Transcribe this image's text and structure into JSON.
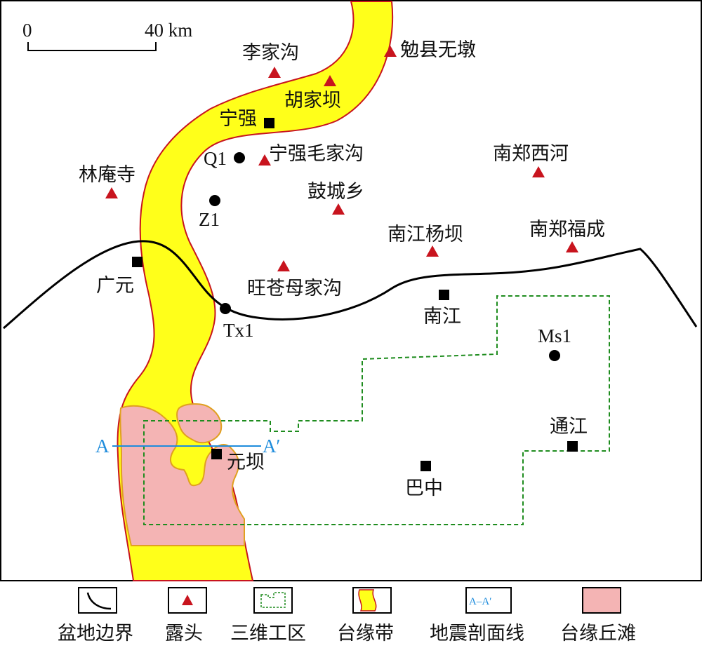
{
  "colors": {
    "platform_margin_fill": "#ffff1a",
    "platform_margin_edge": "#c8141e",
    "shoal_fill": "#f4b4b4",
    "shoal_edge": "#e0a020",
    "outcrop": "#c8141e",
    "survey_outline": "#1e8c1e",
    "seismic_line": "#1e8cdc",
    "basin_boundary": "#000000"
  },
  "scale_bar": {
    "start_label": "0",
    "end_label": "40 km"
  },
  "outcrops": [
    {
      "id": "lijiagou",
      "label": "李家沟"
    },
    {
      "id": "mianxian-wudun",
      "label": "勉县无墩"
    },
    {
      "id": "hujiaba",
      "label": "胡家坝"
    },
    {
      "id": "ningqiang-maojiagou",
      "label": "宁强毛家沟"
    },
    {
      "id": "linansi",
      "label": "林庵寺"
    },
    {
      "id": "nanzheng-xihe",
      "label": "南郑西河"
    },
    {
      "id": "guchengxiang",
      "label": "鼓城乡"
    },
    {
      "id": "nanjiang-yangba",
      "label": "南江杨坝"
    },
    {
      "id": "nanzheng-fucheng",
      "label": "南郑福成"
    },
    {
      "id": "wangcang-mujiagou",
      "label": "旺苍母家沟"
    }
  ],
  "wells": [
    {
      "id": "q1",
      "label": "Q1"
    },
    {
      "id": "z1",
      "label": "Z1"
    },
    {
      "id": "tx1",
      "label": "Tx1"
    },
    {
      "id": "ms1",
      "label": "Ms1"
    }
  ],
  "towns": [
    {
      "id": "ningqiang",
      "label": "宁强"
    },
    {
      "id": "guangyuan",
      "label": "广元"
    },
    {
      "id": "nanjiang",
      "label": "南江"
    },
    {
      "id": "tongjiang",
      "label": "通江"
    },
    {
      "id": "yuanba",
      "label": "元坝"
    },
    {
      "id": "bazhong",
      "label": "巴中"
    }
  ],
  "seismic_section": {
    "start_label": "A",
    "end_label": "A′"
  },
  "legend": [
    {
      "id": "basin-boundary",
      "label": "盆地边界",
      "icon": "basin-boundary-icon"
    },
    {
      "id": "outcrop",
      "label": "露头",
      "icon": "outcrop-triangle-icon"
    },
    {
      "id": "survey-area",
      "label": "三维工区",
      "icon": "survey-area-icon"
    },
    {
      "id": "platform-margin",
      "label": "台缘带",
      "icon": "platform-margin-icon"
    },
    {
      "id": "seismic-line",
      "label": "地震剖面线",
      "icon": "seismic-line-icon",
      "symbol_text": "A–A′"
    },
    {
      "id": "margin-shoal",
      "label": "台缘丘滩",
      "icon": "margin-shoal-icon"
    }
  ]
}
